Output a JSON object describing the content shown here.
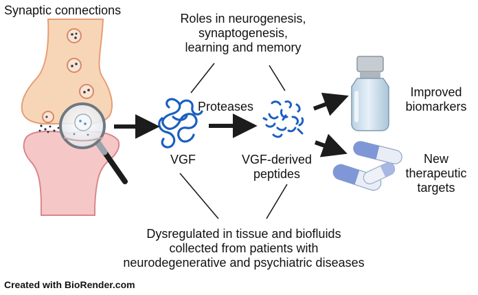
{
  "title": "Synaptic connections",
  "roles": {
    "line1": "Roles in neurogenesis,",
    "line2": "synaptogenesis,",
    "line3": "learning and memory"
  },
  "proteases": "Proteases",
  "vgf": "VGF",
  "peptides": {
    "line1": "VGF-derived",
    "line2": "peptides"
  },
  "biomarkers": {
    "line1": "Improved",
    "line2": "biomarkers"
  },
  "targets": {
    "line1": "New",
    "line2": "therapeutic",
    "line3": "targets"
  },
  "dysregulated": {
    "line1": "Dysregulated in tissue and biofluids",
    "line2": "collected from patients with",
    "line3": "neurodegenerative and psychiatric diseases"
  },
  "credit": "Created with BioRender.com",
  "colors": {
    "presynaptic": "#f7d6b8",
    "presynaptic_outline": "#e79c74",
    "postsynaptic": "#f6c7c7",
    "postsynaptic_outline": "#d9868a",
    "vesicle": "#fbe4d3",
    "protein_blue": "#1a5fbf",
    "arrow": "#1c1c1c",
    "vial_glass": "#cfe2ee",
    "pill_blue": "#7f97d6",
    "pill_white": "#e9eef6"
  }
}
